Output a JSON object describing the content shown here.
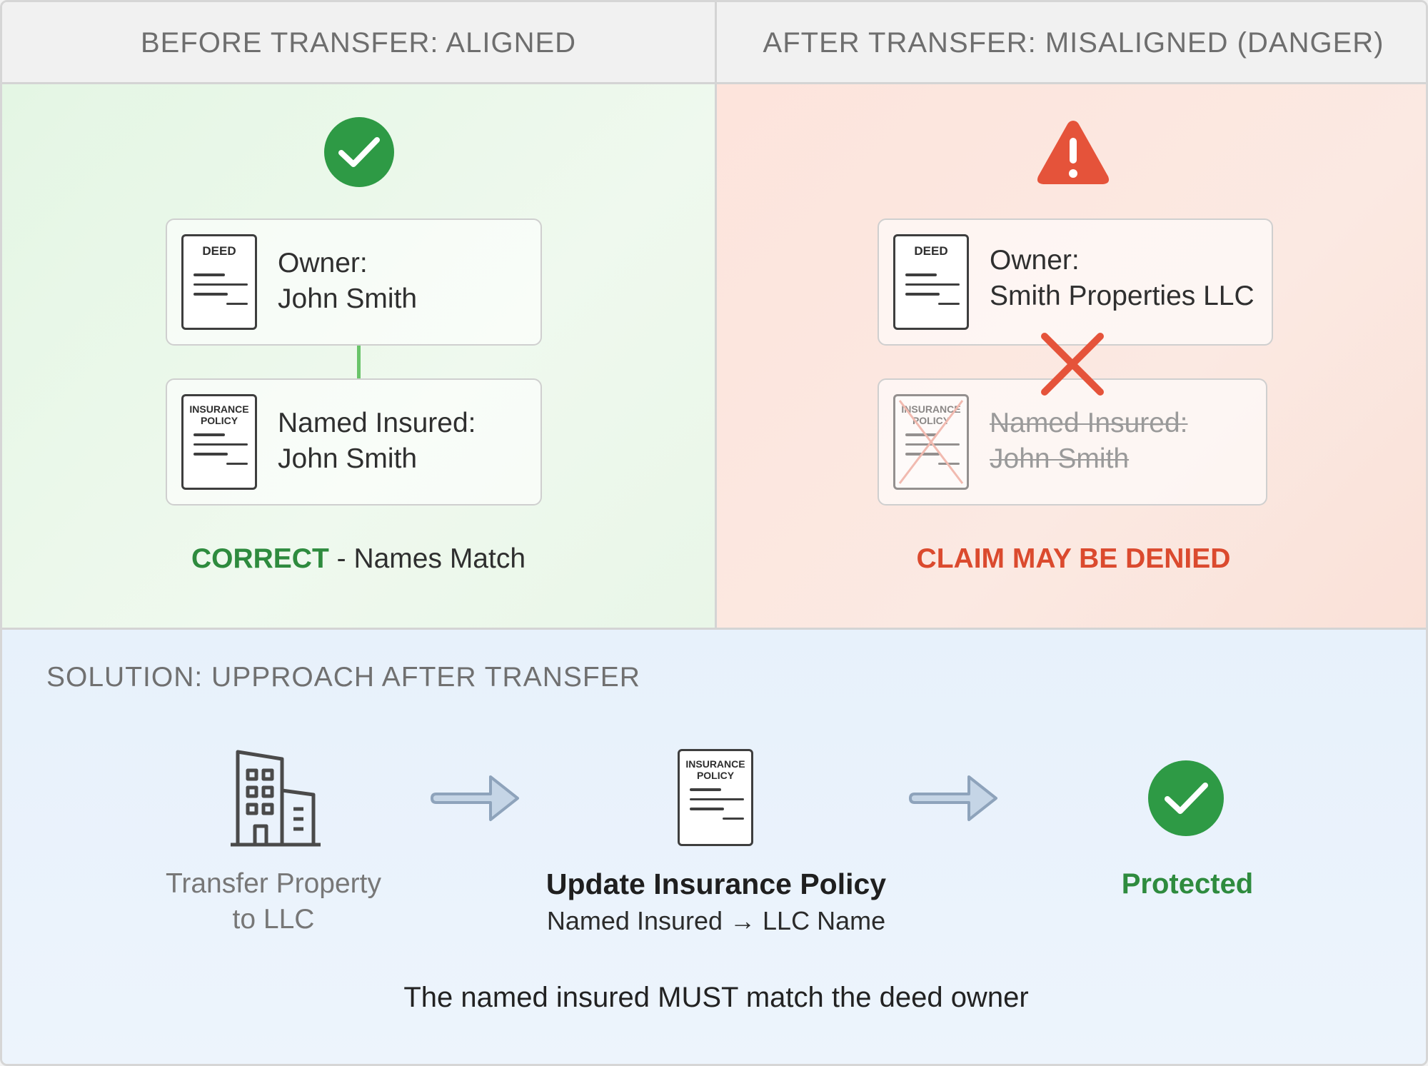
{
  "headers": {
    "left": "BEFORE TRANSFER: ALIGNED",
    "right": "AFTER TRANSFER: MISALIGNED (DANGER)"
  },
  "before": {
    "deed": {
      "doc_label": "DEED",
      "line1": "Owner:",
      "line2": "John Smith"
    },
    "policy": {
      "doc_label_1": "INSURANCE",
      "doc_label_2": "POLICY",
      "line1": "Named Insured:",
      "line2": "John Smith"
    },
    "status_em": "CORRECT",
    "status_rest": " - Names Match"
  },
  "after": {
    "deed": {
      "doc_label": "DEED",
      "line1": "Owner:",
      "line2": "Smith Properties LLC"
    },
    "policy": {
      "doc_label_1": "INSURANCE",
      "doc_label_2": "POLICY",
      "line1": "Named Insured:",
      "line2": "John Smith"
    },
    "status": "CLAIM MAY BE DENIED"
  },
  "solution": {
    "title": "SOLUTION: UPPROACH AFTER TRANSFER",
    "step1": {
      "line1": "Transfer Property",
      "line2": "to LLC"
    },
    "step2": {
      "doc_label_1": "INSURANCE",
      "doc_label_2": "POLICY",
      "title": "Update Insurance Policy",
      "subtitle": "Named Insured → LLC Name"
    },
    "step3": {
      "label": "Protected"
    },
    "footer": "The named insured MUST match the deed owner"
  },
  "colors": {
    "success_green": "#2e9a45",
    "danger_red": "#e5533a",
    "arrow_blue": "#a9bdd3"
  },
  "icons": [
    "check-circle-icon",
    "warning-triangle-icon",
    "deed-document-icon",
    "insurance-policy-icon",
    "red-x-icon",
    "building-icon",
    "right-arrow-icon"
  ]
}
